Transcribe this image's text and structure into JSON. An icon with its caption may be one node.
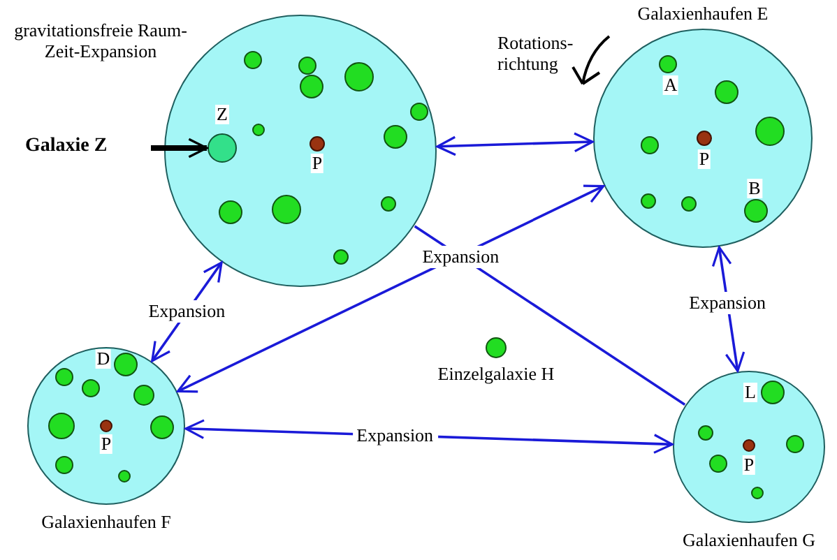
{
  "diagram": {
    "nodes": [
      {
        "text": [],
        "shape": "circle"
      },
      {
        "text": [
          "Z"
        ],
        "in": 0
      },
      {
        "text": [
          "P"
        ],
        "in": 0
      },
      {
        "text": [
          "Galaxie Z"
        ]
      },
      {
        "text": [
          "Galaxienhaufen E"
        ]
      },
      {
        "text": [
          "A"
        ],
        "in": 4
      },
      {
        "text": [
          "P"
        ],
        "in": 4
      },
      {
        "text": [
          "B"
        ],
        "in": 4
      },
      {
        "text": [
          "Galaxienhaufen F"
        ]
      },
      {
        "text": [
          "D"
        ],
        "in": 8
      },
      {
        "text": [
          "P"
        ],
        "in": 8
      },
      {
        "text": [
          "Einzelgalaxie H"
        ]
      },
      {
        "text": [
          "Galaxienhaufen G"
        ]
      },
      {
        "text": [
          "L"
        ],
        "in": 12
      },
      {
        "text": [
          "P"
        ],
        "in": 12
      }
    ],
    "edges": [
      {
        "from": 3,
        "to": 1,
        "arrow": "to",
        "style": "thick",
        "color": "#000000"
      },
      {
        "from": 0,
        "to": 4,
        "arrow": "both"
      },
      {
        "from": 0,
        "to": 8,
        "arrow": "both",
        "label": "Expansion"
      },
      {
        "from": 8,
        "to": 4,
        "arrow": "both"
      },
      {
        "from": 0,
        "to": 12,
        "arrow": "none",
        "label": "Expansion"
      },
      {
        "from": 4,
        "to": 12,
        "arrow": "both",
        "label": "Expansion"
      },
      {
        "from": 8,
        "to": 12,
        "arrow": "both",
        "label": "Expansion"
      }
    ],
    "labels": [
      "gravitationsfreie Raum-Zeit-Expansion",
      "Rotations- richtung"
    ]
  }
}
